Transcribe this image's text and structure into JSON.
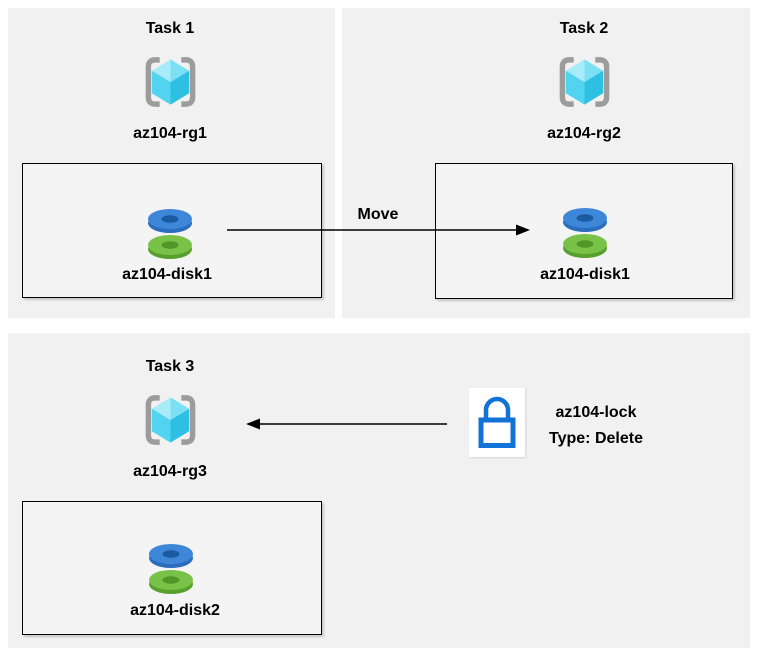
{
  "tasks": [
    {
      "title": "Task 1",
      "resource_group": "az104-rg1",
      "disk": "az104-disk1"
    },
    {
      "title": "Task 2",
      "resource_group": "az104-rg2",
      "disk": "az104-disk1"
    },
    {
      "title": "Task 3",
      "resource_group": "az104-rg3",
      "disk": "az104-disk2"
    }
  ],
  "arrows": {
    "move_label": "Move"
  },
  "lock": {
    "name": "az104-lock",
    "type": "Type: Delete"
  },
  "icons": {
    "resource_group": "azure-resource-group-icon",
    "disk": "azure-managed-disk-icon",
    "lock": "azure-lock-icon"
  },
  "colors": {
    "page_bg": "#ffffff",
    "panel_bg": "#f1f1f1",
    "box_bg": "#f4f4f4",
    "border_black": "#000000",
    "bracket_gray": "#9c9c9c",
    "cube_lightest": "#a9ecf9",
    "cube_light": "#7ce0f5",
    "cube_mid": "#52d3ef",
    "cube_dark": "#2ec0e3",
    "disk_blue_top": "#3e86d8",
    "disk_blue_rim": "#2a6dbd",
    "disk_blue_hole": "#1c5aa0",
    "disk_green_top": "#78c247",
    "disk_green_rim": "#57a02e",
    "disk_green_hole": "#4f9727",
    "lock_blue": "#1173d8"
  }
}
